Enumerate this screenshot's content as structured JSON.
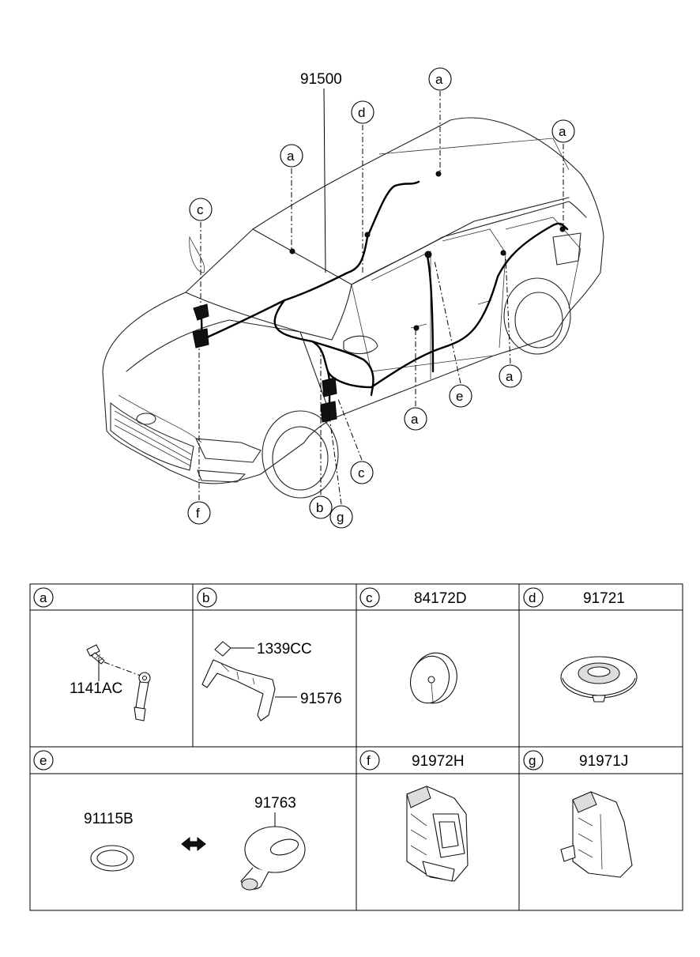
{
  "main_label": "91500",
  "callouts": {
    "a": "a",
    "b": "b",
    "c": "c",
    "d": "d",
    "e": "e",
    "f": "f",
    "g": "g"
  },
  "table": {
    "cells": [
      {
        "letter": "a",
        "part_no": "",
        "parts": [
          "1141AC"
        ]
      },
      {
        "letter": "b",
        "part_no": "",
        "parts": [
          "1339CC",
          "91576"
        ]
      },
      {
        "letter": "c",
        "part_no": "84172D",
        "parts": []
      },
      {
        "letter": "d",
        "part_no": "91721",
        "parts": []
      },
      {
        "letter": "e",
        "part_no": "",
        "parts": [
          "91115B",
          "91763"
        ]
      },
      {
        "letter": "f",
        "part_no": "91972H",
        "parts": []
      },
      {
        "letter": "g",
        "part_no": "91971J",
        "parts": []
      }
    ]
  }
}
